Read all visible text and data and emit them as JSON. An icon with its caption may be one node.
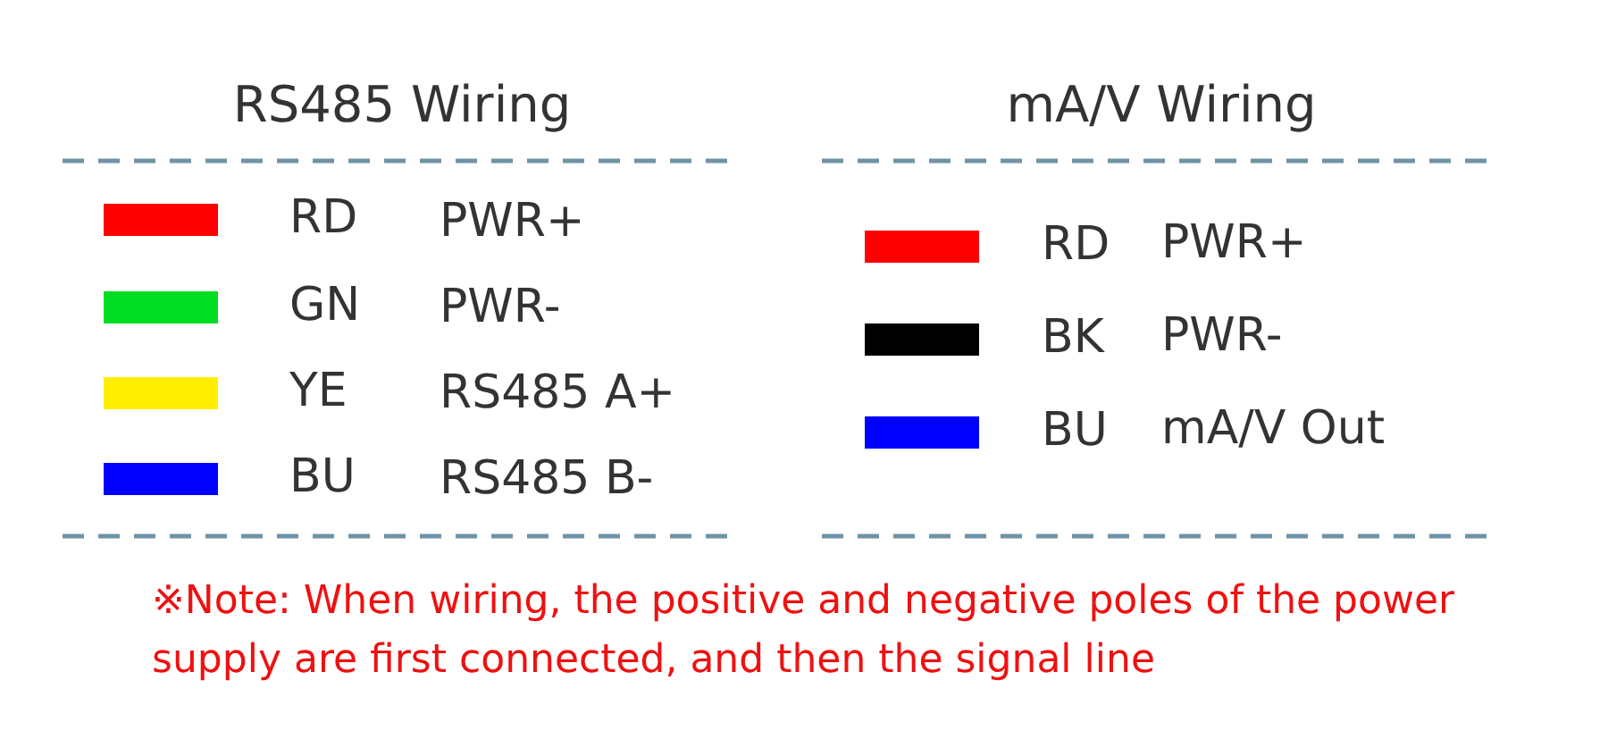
{
  "diagram": {
    "labels": [
      "RS485 Wiring",
      "mA/V Wiring",
      "PWR+",
      "PWR-",
      "RS485 A+",
      "RS485 B-",
      "PWR+",
      "PWR-",
      "mA/V Out",
      "※Note: When wiring, the positive and negative poles of the power supply are first connected, and then the signal line"
    ],
    "legend": [
      {
        "text": "RD",
        "color": "#ff0000"
      },
      {
        "text": "GN",
        "color": "#00dd22"
      },
      {
        "text": "YE",
        "color": "#ffee00"
      },
      {
        "text": "BU",
        "color": "#0000ff"
      },
      {
        "text": "RD",
        "color": "#ff0000"
      },
      {
        "text": "BK",
        "color": "#000000"
      },
      {
        "text": "BU",
        "color": "#0000ff"
      }
    ]
  }
}
